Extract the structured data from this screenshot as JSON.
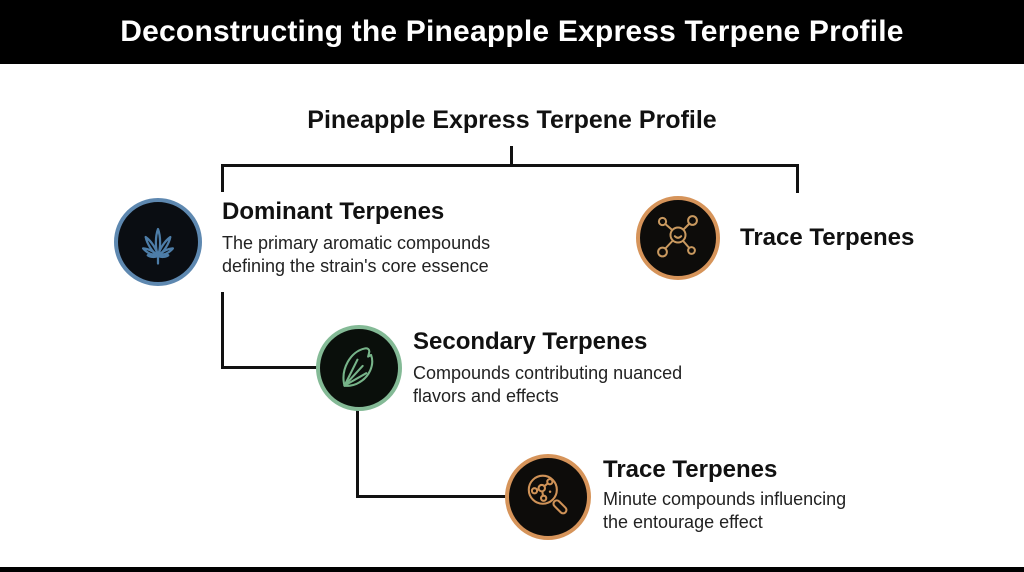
{
  "banner": {
    "title": "Deconstructing the Pineapple Express Terpene Profile"
  },
  "tree": {
    "root_label": "Pineapple Express Terpene Profile",
    "nodes": [
      {
        "id": "dominant-terpenes",
        "title": "Dominant Terpenes",
        "desc": [
          "The primary aromatic compounds",
          "defining the strain's core essence"
        ],
        "icon": "cannabis-leaf-icon",
        "accent": "#5e88b0",
        "icon_stroke": "#4d7da8",
        "fill": "#0a0d12"
      },
      {
        "id": "trace-terpenes-right",
        "title": "Trace Terpenes",
        "desc": [],
        "icon": "molecule-icon",
        "accent": "#d6945a",
        "icon_stroke": "#c9995f",
        "fill": "#0d0c0a"
      },
      {
        "id": "secondary-terpenes",
        "title": "Secondary Terpenes",
        "desc": [
          "Compounds contributing nuanced",
          "flavors and effects"
        ],
        "icon": "seed-leaf-icon",
        "accent": "#84ba96",
        "icon_stroke": "#77b489",
        "fill": "#0a0f0b"
      },
      {
        "id": "trace-terpenes-bottom",
        "title": "Trace Terpenes",
        "desc": [
          "Minute compounds influencing",
          "the entourage effect"
        ],
        "icon": "magnifier-molecule-icon",
        "accent": "#d6945a",
        "icon_stroke": "#cf9257",
        "fill": "#0d0c0a"
      }
    ]
  },
  "colors": {
    "background": "#ffffff",
    "banner_bg": "#000000",
    "banner_text": "#ffffff",
    "connector": "#111111",
    "heading_text": "#111111",
    "body_text": "#222222",
    "accent_blue": "#5e88b0",
    "accent_green": "#84ba96",
    "accent_orange": "#d6945a"
  }
}
